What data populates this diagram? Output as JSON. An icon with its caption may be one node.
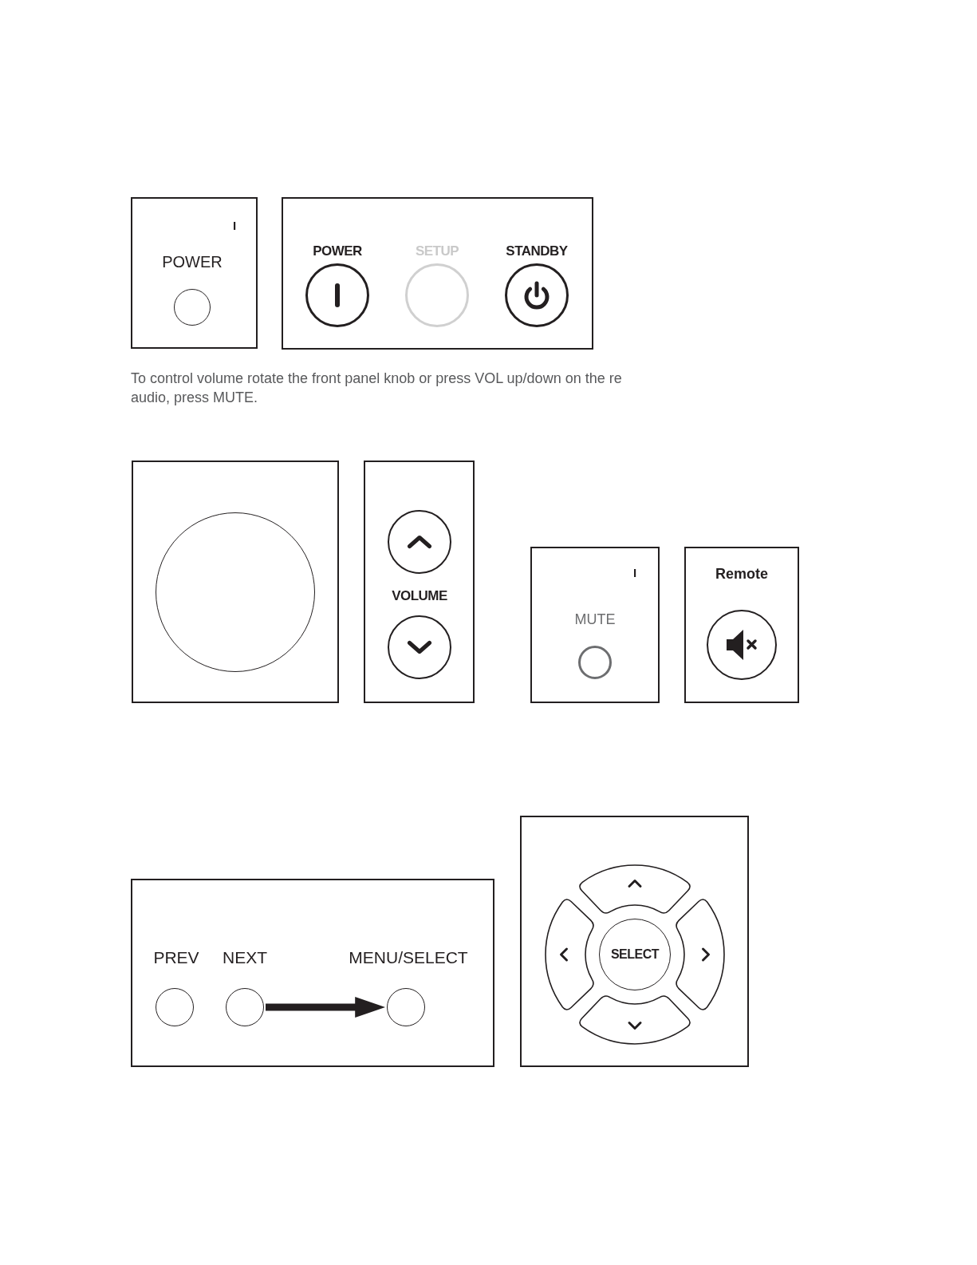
{
  "diagram": {
    "nodes": [
      {
        "text": [
          "I"
        ]
      },
      {
        "text": [],
        "shape": "circle",
        "in": 0,
        "beside": [
          "POWER"
        ]
      },
      {
        "text": [],
        "shape": "box"
      },
      {
        "text": [],
        "shape": "circle",
        "in": 2,
        "beside": [
          "POWER"
        ]
      },
      {
        "text": [],
        "shape": "circle",
        "in": 2,
        "beside": [
          "SETUP"
        ]
      },
      {
        "text": [],
        "shape": "circle",
        "in": 2,
        "beside": [
          "STANDBY"
        ]
      },
      {
        "text": [],
        "shape": "box"
      },
      {
        "text": [],
        "shape": "circle",
        "in": 6
      },
      {
        "text": [
          "VOLUME"
        ]
      },
      {
        "text": [],
        "shape": "circle",
        "in": 8
      },
      {
        "text": [],
        "shape": "circle",
        "in": 8
      },
      {
        "text": [
          "I"
        ]
      },
      {
        "text": [],
        "shape": "circle",
        "in": 11,
        "beside": [
          "MUTE"
        ]
      },
      {
        "text": [
          "Remote"
        ]
      },
      {
        "text": [],
        "shape": "circle",
        "in": 13
      },
      {
        "text": [],
        "shape": "box"
      },
      {
        "text": [],
        "shape": "circle",
        "in": 15,
        "beside": [
          "PREV"
        ]
      },
      {
        "text": [],
        "shape": "circle",
        "in": 15,
        "beside": [
          "NEXT"
        ]
      },
      {
        "text": [],
        "shape": "circle",
        "in": 15,
        "beside": [
          "MENU/SELECT"
        ]
      },
      {
        "text": [],
        "shape": "box"
      },
      {
        "text": [
          "SELECT"
        ],
        "in": 19
      }
    ],
    "edges": [
      {
        "from": 17,
        "to": 18,
        "arrow": "to"
      }
    ],
    "labels": [
      "To control volume rotate the front panel knob or press VOL up/down on the re audio, press MUTE."
    ]
  }
}
